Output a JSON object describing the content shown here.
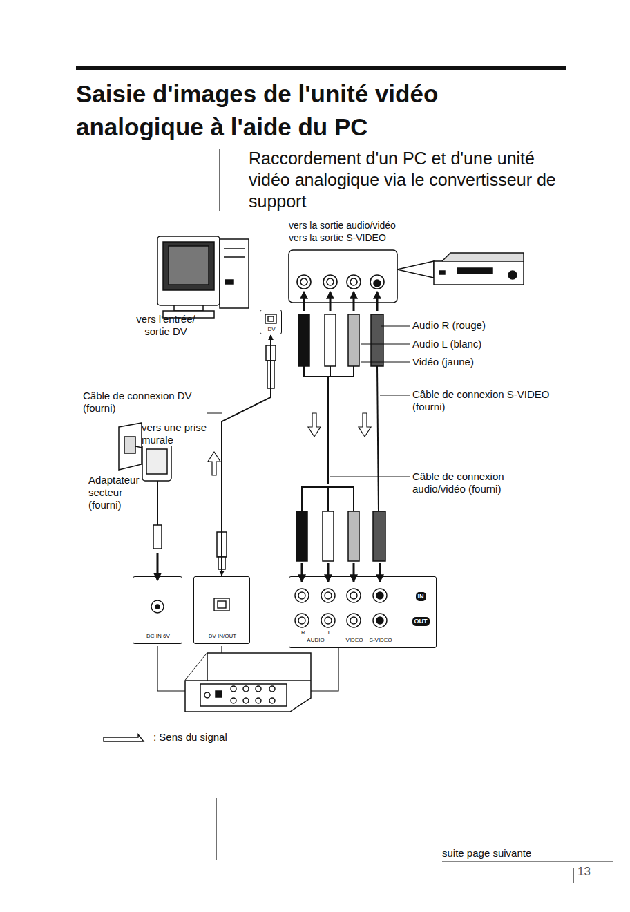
{
  "diagram": {
    "title": "Saisie d'images de l'unité vidéo analogique à l'aide du PC",
    "nodes": [
      {
        "text": [
          "DV"
        ]
      },
      {
        "text": [
          "DC IN 6V"
        ]
      },
      {
        "text": [
          "DV IN/OUT"
        ]
      },
      {
        "text": [
          "IN",
          "OUT",
          "R",
          "L",
          "AUDIO",
          "VIDEO",
          "S-VIDEO"
        ]
      }
    ],
    "edges": [
      {
        "from": 0,
        "to": 2,
        "arrow": "both"
      }
    ],
    "labels": [
      "Raccordement d'un PC et d'une unité vidéo analogique via le convertisseur de support",
      "vers la sortie audio/vidéo",
      "vers la sortie S-VIDEO",
      "vers l'entrée/ sortie DV",
      "Audio R (rouge)",
      "Audio L (blanc)",
      "Vidéo (jaune)",
      "Câble de connexion S-VIDEO (fourni)",
      "Câble de connexion audio/vidéo (fourni)",
      "Câble de connexion DV (fourni)",
      "vers une prise murale",
      "Adaptateur secteur (fourni)",
      "suite page suivante",
      "13"
    ],
    "legend": [
      {
        "text": ": Sens du signal"
      }
    ]
  }
}
